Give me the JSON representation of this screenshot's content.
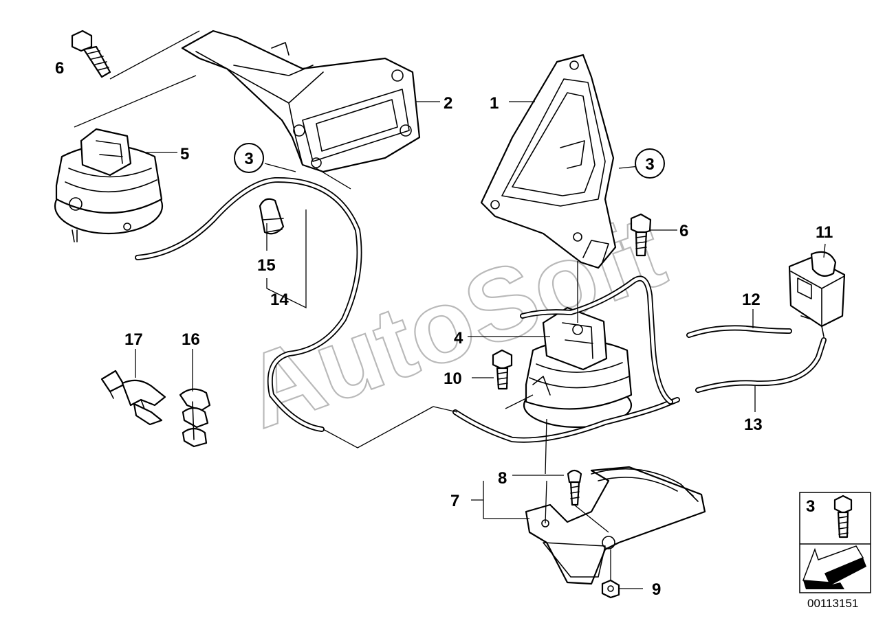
{
  "watermark": "AutoSoft",
  "reference_number": "00113151",
  "callouts": {
    "c1": "1",
    "c2": "2",
    "c3a": "3",
    "c3b": "3",
    "c4": "4",
    "c5": "5",
    "c6a": "6",
    "c6b": "6",
    "c7": "7",
    "c8": "8",
    "c9": "9",
    "c10": "10",
    "c11": "11",
    "c12": "12",
    "c13": "13",
    "c14": "14",
    "c15": "15",
    "c16": "16",
    "c17": "17"
  },
  "legend_box": {
    "label": "3"
  },
  "colors": {
    "line": "#000000",
    "watermark": "#b9b9b9",
    "background": "#ffffff"
  }
}
